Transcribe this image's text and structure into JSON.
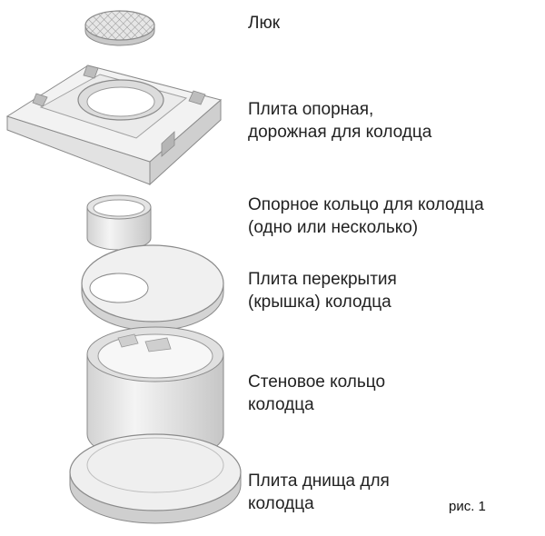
{
  "labels": {
    "hatch": "Люк",
    "support_plate_1": "Плита опорная,",
    "support_plate_2": "дорожная для колодца",
    "support_ring_1": "Опорное кольцо для колодца",
    "support_ring_2": "(одно или несколько)",
    "cover_plate_1": "Плита перекрытия",
    "cover_plate_2": "(крышка) колодца",
    "wall_ring_1": "Стеновое кольцо",
    "wall_ring_2": "колодца",
    "bottom_plate_1": "Плита днища для",
    "bottom_plate_2": "колодца"
  },
  "figure_caption": "рис. 1",
  "colors": {
    "concrete_light": "#f1f1f1",
    "concrete_mid": "#dcdcdc",
    "concrete_dark": "#bdbdbd",
    "outline": "#8a8a8a",
    "text": "#222222"
  }
}
